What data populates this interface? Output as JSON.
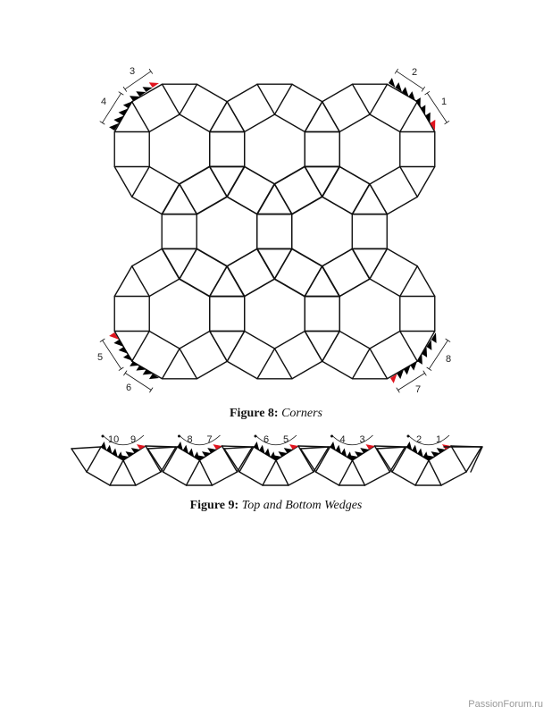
{
  "figure8": {
    "label": "Figure 8:",
    "title": "Corners",
    "corner_labels": [
      "1",
      "2",
      "3",
      "4",
      "5",
      "6",
      "7",
      "8"
    ]
  },
  "figure9": {
    "label": "Figure 9:",
    "title": "Top and Bottom Wedges",
    "wedge_labels": [
      [
        "10",
        "9"
      ],
      [
        "8",
        "7"
      ],
      [
        "6",
        "5"
      ],
      [
        "4",
        "3"
      ],
      [
        "2",
        "1"
      ]
    ]
  },
  "colors": {
    "line": "#111111",
    "tooth": "#000000",
    "accent_tooth": "#e0141e"
  },
  "watermark": "PassionForum.ru"
}
